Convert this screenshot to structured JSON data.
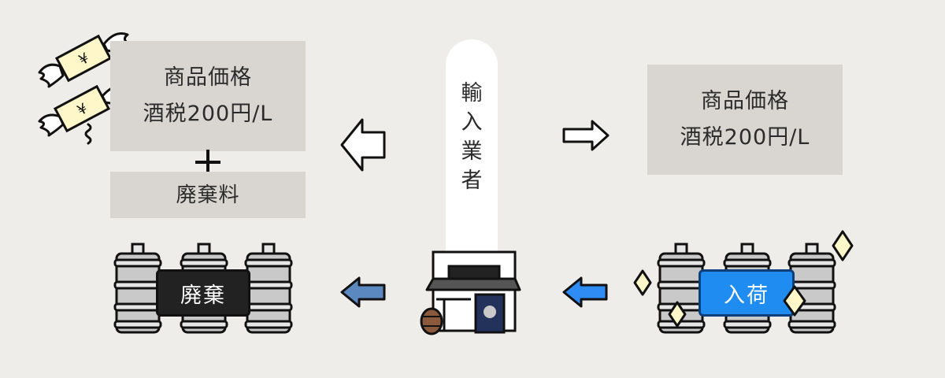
{
  "left_price_box": {
    "line1": "商品価格",
    "line2": "酒税200円/L"
  },
  "disposal_fee_box": {
    "label": "廃棄料"
  },
  "right_price_box": {
    "line1": "商品価格",
    "line2": "酒税200円/L"
  },
  "importer": {
    "chars": [
      "輸",
      "入",
      "業",
      "者"
    ]
  },
  "disposal_tag": "廃棄",
  "arrival_tag": "入荷",
  "money_symbol": "¥",
  "colors": {
    "background": "#efedea",
    "box": "#d9d5d1",
    "arrow_disposal": "#5b88bf",
    "arrow_arrival": "#2f8cf4",
    "tag_disposal": "#222222",
    "tag_arrival": "#1e8cf0",
    "sparkle": "#fdf7c9",
    "banknote": "#fdf7c9"
  }
}
